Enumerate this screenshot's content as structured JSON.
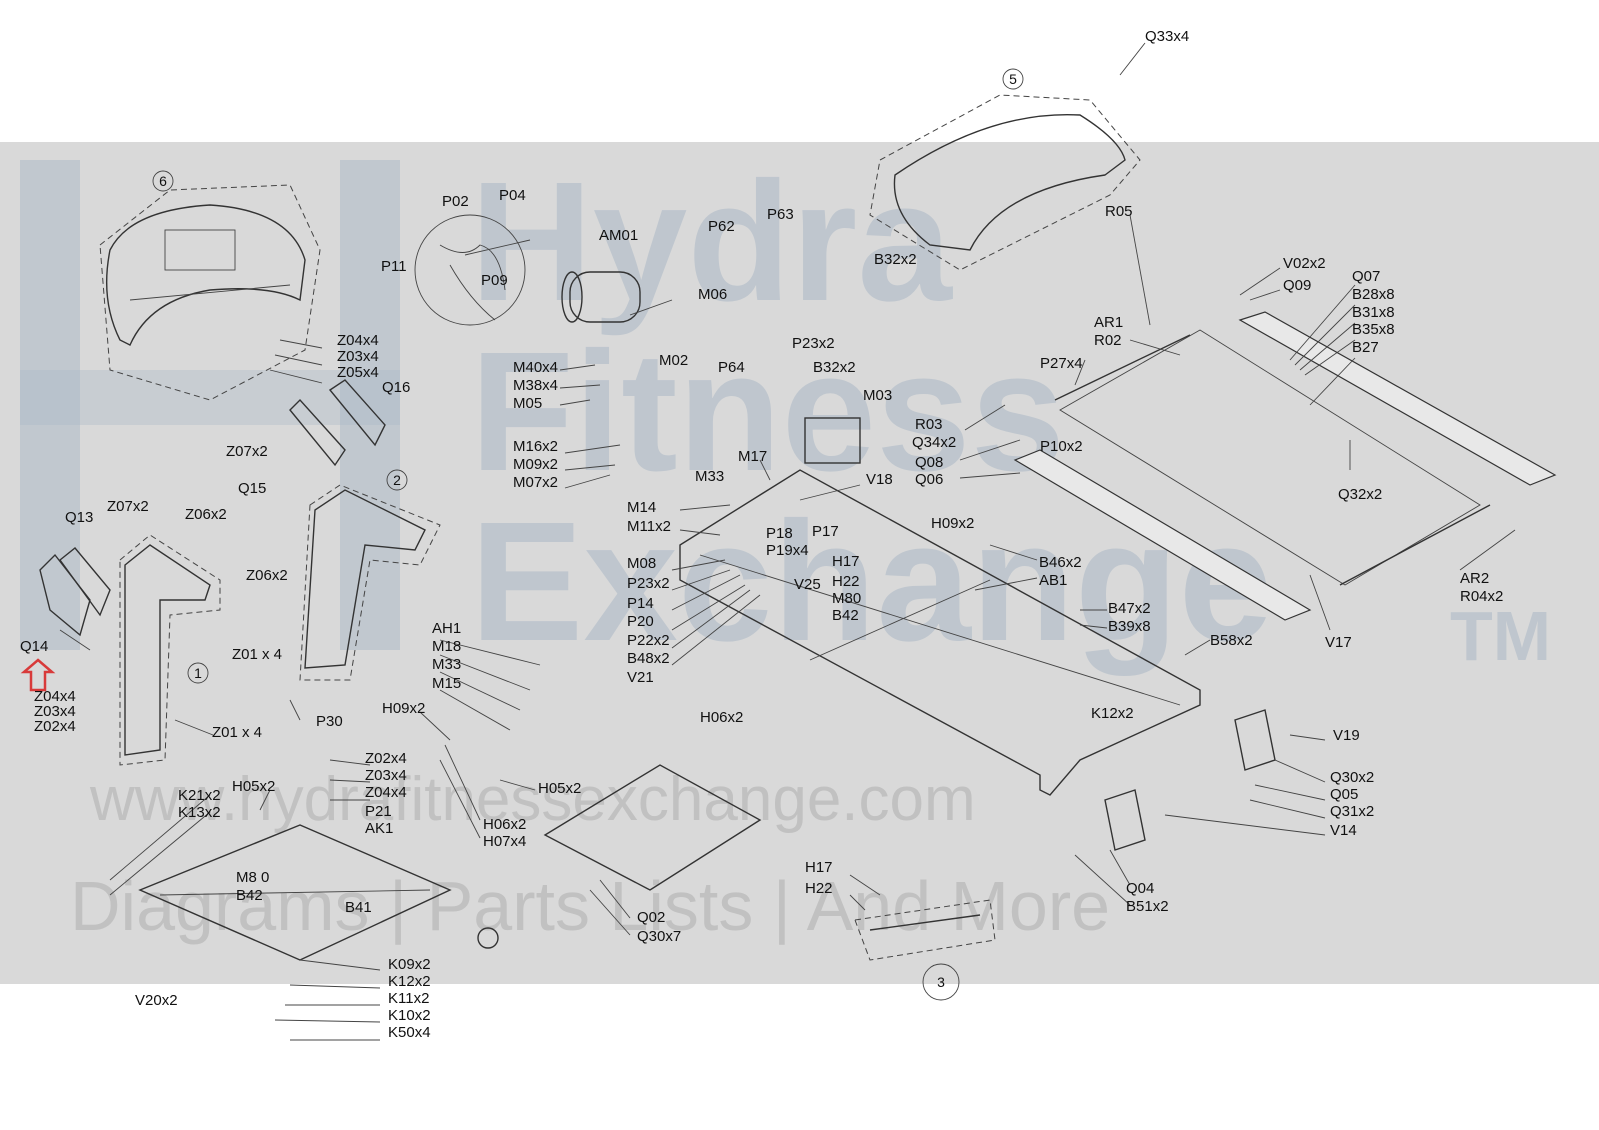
{
  "watermark": {
    "brand_lines": [
      "Hydra",
      "Fitness",
      "Exchange"
    ],
    "tm": "TM",
    "url": "www.hydrafitnessexchange.com",
    "tagline": "Diagrams | Parts Lists | And More"
  },
  "colors": {
    "band": "#d9d9d9",
    "watermark": "#aab8c6",
    "arrow": "#d83a3a"
  },
  "assembly_numbers": [
    "1",
    "2",
    "3",
    "5",
    "6"
  ],
  "labels": [
    "Q33x4",
    "R05",
    "V02x2",
    "Q09",
    "Q07",
    "B28x8",
    "B31x8",
    "B35x8",
    "B27",
    "AR1",
    "R02",
    "P27x4",
    "R03",
    "Q34x2",
    "Q08",
    "Q06",
    "P10x2",
    "Q32x2",
    "B46x2",
    "AB1",
    "B47x2",
    "B39x8",
    "B58x2",
    "V17",
    "AR2",
    "R04x2",
    "K12x2",
    "V19",
    "Q30x2",
    "Q05",
    "Q31x2",
    "V14",
    "Q04",
    "B51x2",
    "H17",
    "H22",
    "B32x2",
    "P02",
    "P04",
    "P11",
    "P09",
    "AM01",
    "P62",
    "P63",
    "M06",
    "Z04x4",
    "Z03x4",
    "Z05x4",
    "Q16",
    "M40x4",
    "M38x4",
    "M05",
    "M02",
    "P64",
    "P23x2",
    "B32x2",
    "M03",
    "Z07x2",
    "Q15",
    "M16x2",
    "M09x2",
    "M07x2",
    "M33",
    "M17",
    "V18",
    "H09x2",
    "Q13",
    "Z07x2",
    "Z06x2",
    "Z06x2",
    "M14",
    "M11x2",
    "P18",
    "P19x4",
    "P17",
    "M08",
    "P23x2",
    "P14",
    "P20",
    "P22x2",
    "B48x2",
    "V21",
    "V25",
    "H17",
    "H22",
    "M80",
    "B42",
    "H06x2",
    "Z01 x 4",
    "Q14",
    "Z04x4",
    "Z03x4",
    "Z02x4",
    "Z01 x 4",
    "P30",
    "AH1",
    "M18",
    "M33",
    "M15",
    "H09x2",
    "H05x2",
    "Z02x4",
    "Z03x4",
    "Z04x4",
    "P21",
    "AK1",
    "H06x2",
    "H07x4",
    "K21x2",
    "K13x2",
    "H05x2",
    "M8 0",
    "B42",
    "B41",
    "K09x2",
    "K12x2",
    "K11x2",
    "K10x2",
    "K50x4",
    "V20x2",
    "Q02",
    "Q30x7"
  ]
}
